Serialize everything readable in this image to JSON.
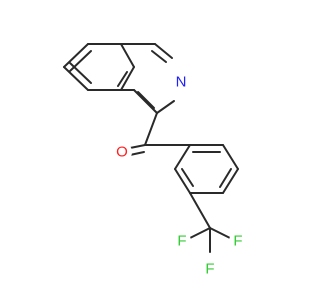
{
  "molecule": {
    "atoms": [
      {
        "id": "N",
        "label": "N",
        "color": "#1f1fff"
      },
      {
        "id": "O",
        "label": "O",
        "color": "#ff1f1f"
      },
      {
        "id": "F1",
        "label": "F",
        "color": "#33cc33"
      },
      {
        "id": "F2",
        "label": "F",
        "color": "#33cc33"
      },
      {
        "id": "F3",
        "label": "F",
        "color": "#33cc33"
      }
    ],
    "bond_color": "#2a2a2a"
  }
}
